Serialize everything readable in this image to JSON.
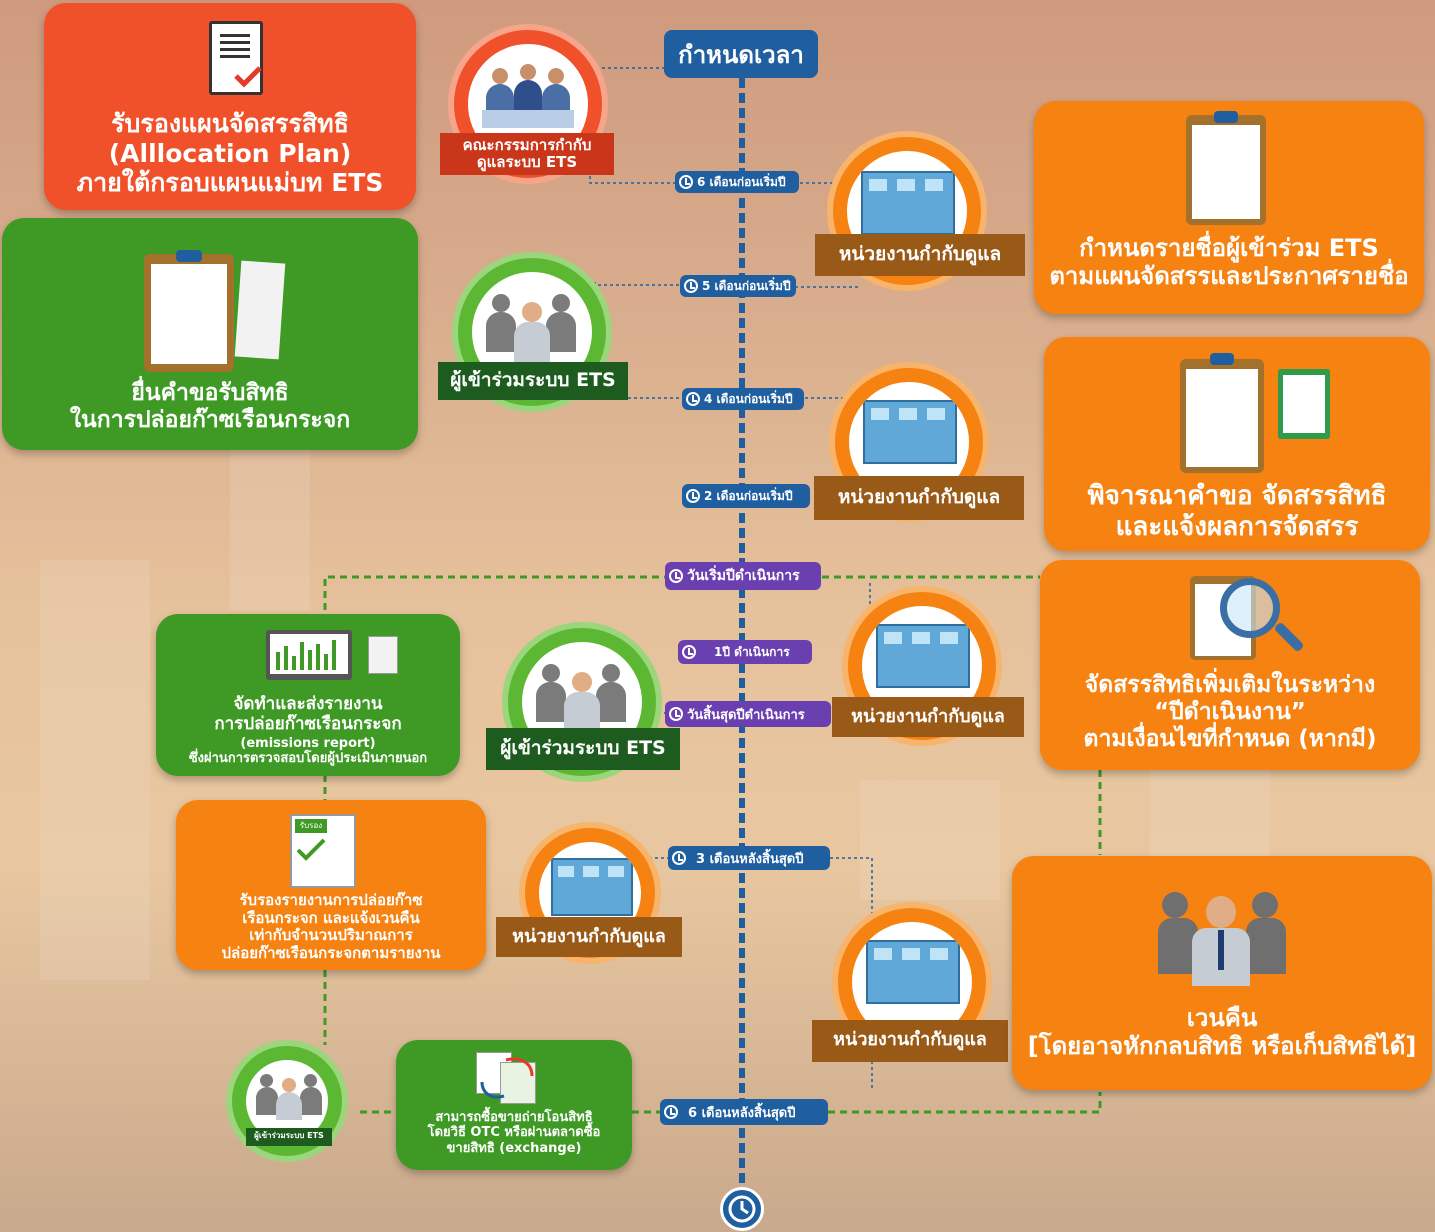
{
  "timeline": {
    "header": "กำหนดเวลา"
  },
  "pills": {
    "p1": "6 เดือนก่อนเริ่มปี",
    "p2": "5 เดือนก่อนเริ่มปี",
    "p3": "4 เดือนก่อนเริ่มปี",
    "p4": "2 เดือนก่อนเริ่มปี",
    "p5": "วันเริ่มปีดำเนินการ",
    "p6": "1ปี ดำเนินการ",
    "p7": "วันสิ้นสุดปีดำเนินการ",
    "p8": "3 เดือนหลังสิ้นสุดปี",
    "p9": "6 เดือนหลังสิ้นสุดปี"
  },
  "labels": {
    "committee": "คณะกรรมการกำกับ\nดูแลระบบ ETS",
    "regulator": "หน่วยงานกำกับดูแล",
    "participant": "ผู้เข้าร่วมระบบ ETS"
  },
  "callouts": {
    "c1": "รับรองแผนจัดสรรสิทธิ\n(Alllocation Plan)\nภายใต้กรอบแผนแม่บท ETS",
    "c2": "กำหนดรายชื่อผู้เข้าร่วม ETS\nตามแผนจัดสรรและประกาศรายชื่อ",
    "c3": "ยื่นคำขอรับสิทธิ\nในการปล่อยก๊าซเรือนกระจก",
    "c4": "พิจารณาคำขอ จัดสรรสิทธิ\nและแจ้งผลการจัดสรร",
    "c5_title": "จัดทำและส่งรายงาน\nการปล่อยก๊าซเรือนกระจก",
    "c5_sub": "(emissions report)\nซึ่งผ่านการตรวจสอบโดยผู้ประเมินภายนอก",
    "c6": "จัดสรรสิทธิเพิ่มเติมในระหว่าง\n“ปีดำเนินงาน”\nตามเงื่อนไขที่กำหนด (หากมี)",
    "c7": "รับรองรายงานการปล่อยก๊าซ\nเรือนกระจก และแจ้งเวนคืน\nเท่ากับจำนวนปริมาณการ\nปล่อยก๊าซเรือนกระจกตามรายงาน",
    "c7_stamp": "รับรอง",
    "c8": "เวนคืน\n[โดยอาจหักกลบสิทธิ หรือเก็บสิทธิได้]",
    "c9": "สามารถซื้อขายถ่ายโอนสิทธิ\nโดยวิธี OTC หรือผ่านตลาดซื้อ\nขายสิทธิ (exchange)"
  },
  "colors": {
    "red": "#f0512a",
    "green": "#3f9a25",
    "orange": "#f68212",
    "timeline": "#1f5fa0"
  }
}
